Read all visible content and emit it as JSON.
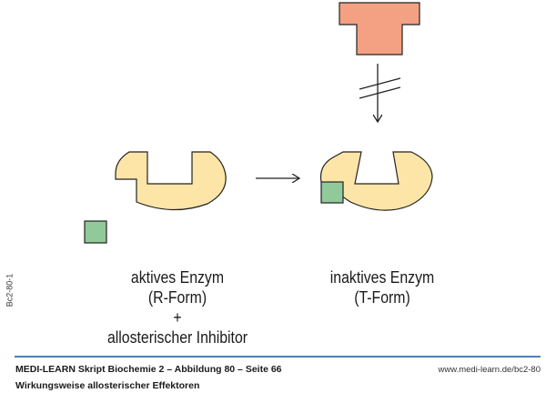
{
  "diagram": {
    "left_label": {
      "line1": "aktives Enzym",
      "line2": "(R-Form)",
      "plus": "+",
      "line3": "allosterischer Inhibitor"
    },
    "right_label": {
      "line1": "inaktives Enzym",
      "line2": "(T-Form)"
    },
    "side_code": "Bc2-80-1",
    "colors": {
      "enzyme": "#fde5a8",
      "inhibitor": "#91c99b",
      "effector": "#f4a183",
      "stroke": "#222222",
      "rule": "#4f7fb5"
    }
  },
  "footer": {
    "title": "MEDI-LEARN Skript Biochemie 2 – Abbildung 80 – Seite 66",
    "subtitle": "Wirkungsweise allosterischer Effektoren",
    "url": "www.medi-learn.de/bc2-80"
  }
}
